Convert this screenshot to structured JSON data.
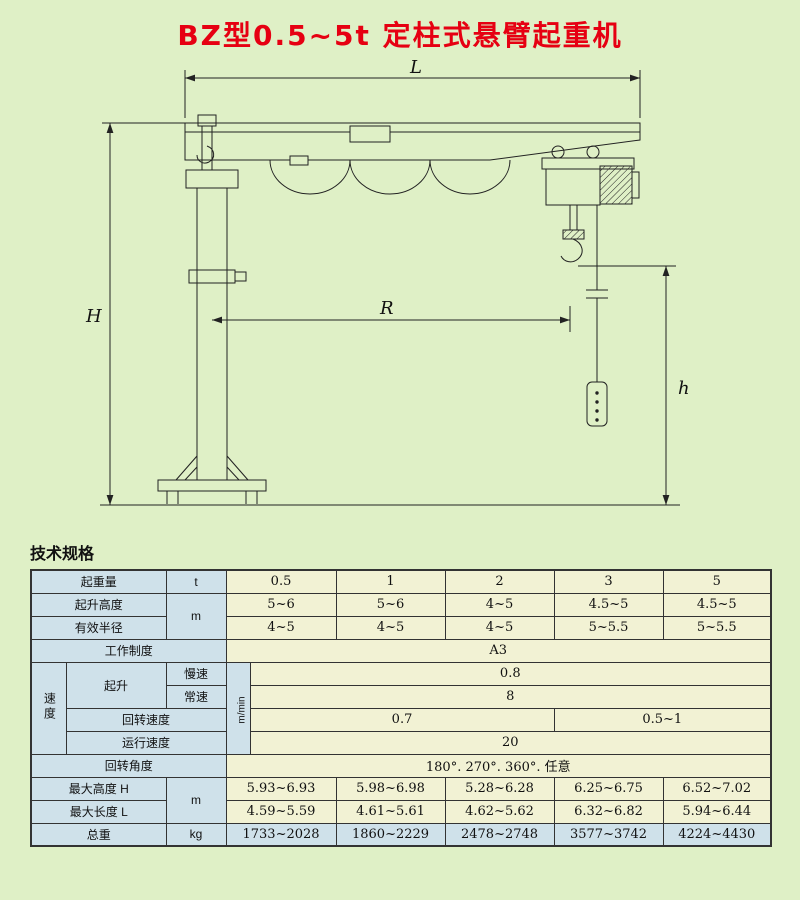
{
  "page": {
    "title": "BZ型0.5~5t 定柱式悬臂起重机",
    "section_title": "技术规格"
  },
  "colors": {
    "background": "#dff0c6",
    "title_red": "#e60012",
    "label_cell": "#cfe1ea",
    "value_cell": "#f2f2d4"
  },
  "diagram": {
    "dims": {
      "L": "L",
      "H": "H",
      "R": "R",
      "h": "h"
    }
  },
  "table": {
    "rows": {
      "capacity": {
        "label": "起重量",
        "unit": "t",
        "values": [
          "0.5",
          "1",
          "2",
          "3",
          "5"
        ]
      },
      "lift_height": {
        "label": "起升高度",
        "unit": "m",
        "values": [
          "5~6",
          "5~6",
          "4~5",
          "4.5~5",
          "4.5~5"
        ]
      },
      "radius": {
        "label": "有效半径",
        "values": [
          "4~5",
          "4~5",
          "4~5",
          "5~5.5",
          "5~5.5"
        ]
      },
      "duty": {
        "label": "工作制度",
        "value": "A3"
      },
      "speed": {
        "label": "速度",
        "unit": "m/min",
        "lift_label": "起升",
        "slow_label": "慢速",
        "slow_value": "0.8",
        "normal_label": "常速",
        "normal_value": "8",
        "slew_label": "回转速度",
        "slew_value_a": "0.7",
        "slew_value_b": "0.5~1",
        "travel_label": "运行速度",
        "travel_value": "20"
      },
      "angle": {
        "label": "回转角度",
        "value": "180°. 270°. 360°. 任意"
      },
      "max_height": {
        "label": "最大高度 H",
        "unit": "m",
        "values": [
          "5.93~6.93",
          "5.98~6.98",
          "5.28~6.28",
          "6.25~6.75",
          "6.52~7.02"
        ]
      },
      "max_length": {
        "label": "最大长度 L",
        "values": [
          "4.59~5.59",
          "4.61~5.61",
          "4.62~5.62",
          "6.32~6.82",
          "5.94~6.44"
        ]
      },
      "total_weight": {
        "label": "总重",
        "unit": "kg",
        "values": [
          "1733~2028",
          "1860~2229",
          "2478~2748",
          "3577~3742",
          "4224~4430"
        ]
      }
    }
  }
}
